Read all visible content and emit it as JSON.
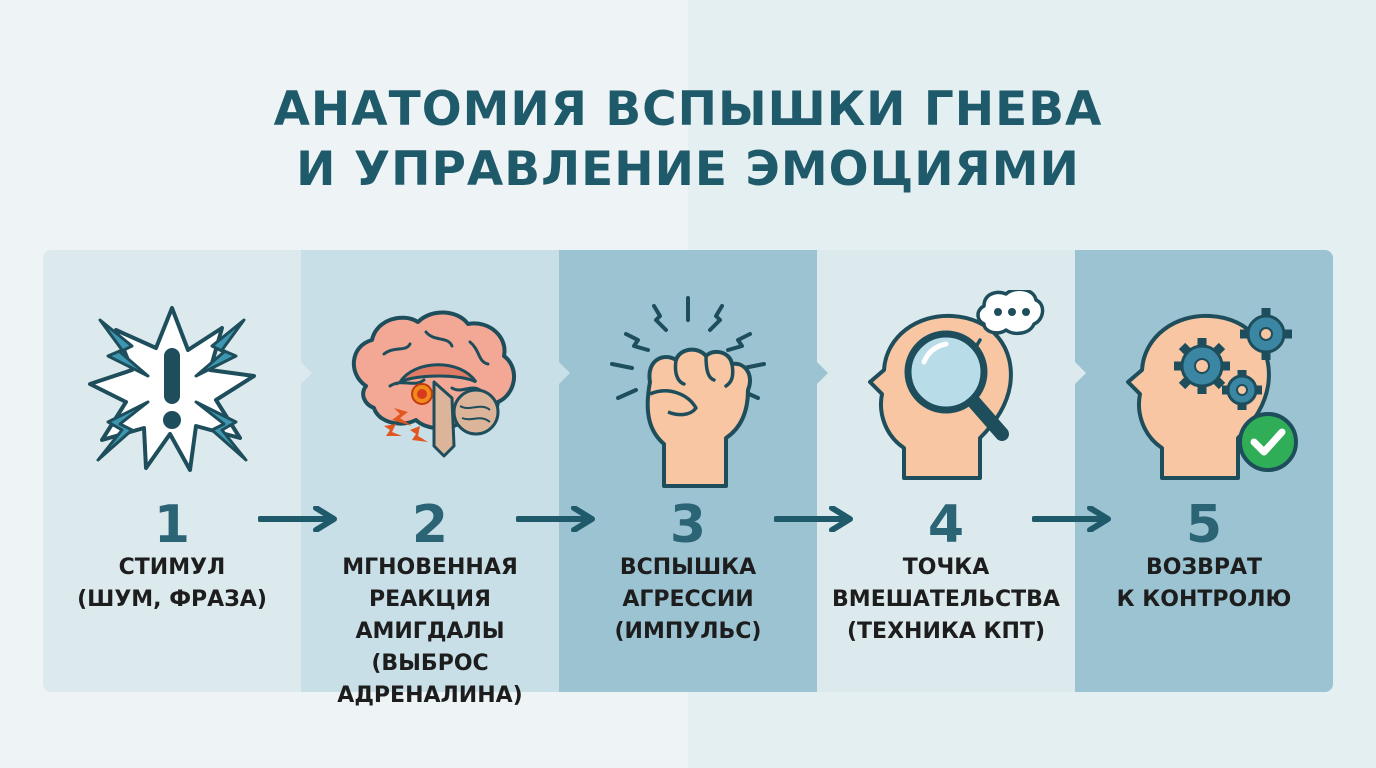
{
  "title": {
    "line1": "АНАТОМИЯ ВСПЫШКИ ГНЕВА",
    "line2": "И УПРАВЛЕНИЕ ЭМОЦИЯМИ"
  },
  "colors": {
    "title": "#1f5a6b",
    "number": "#2a6475",
    "arrow": "#1f5a6b",
    "stage_bg": [
      "#dceaee",
      "#c8dfe7",
      "#9cc3d2",
      "#dceaee",
      "#9cc3d2"
    ]
  },
  "stages": [
    {
      "number": "1",
      "label": "СТИМУЛ\n(ШУМ, ФРАЗА)",
      "icon": "lightning-exclamation-icon"
    },
    {
      "number": "2",
      "label": "МГНОВЕННАЯ\nРЕАКЦИЯ\nАМИГДАЛЫ\n(ВЫБРОС\nАДРЕНАЛИНА)",
      "icon": "brain-amygdala-icon"
    },
    {
      "number": "3",
      "label": "ВСПЫШКА\nАГРЕССИИ\n(ИМПУЛЬС)",
      "icon": "clenched-fist-icon"
    },
    {
      "number": "4",
      "label": "ТОЧКА\nВМЕШАТЕЛЬСТВА\n(ТЕХНИКА КПТ)",
      "icon": "head-magnifier-icon"
    },
    {
      "number": "5",
      "label": "ВОЗВРАТ\nК КОНТРОЛЮ",
      "icon": "head-gears-check-icon"
    }
  ]
}
